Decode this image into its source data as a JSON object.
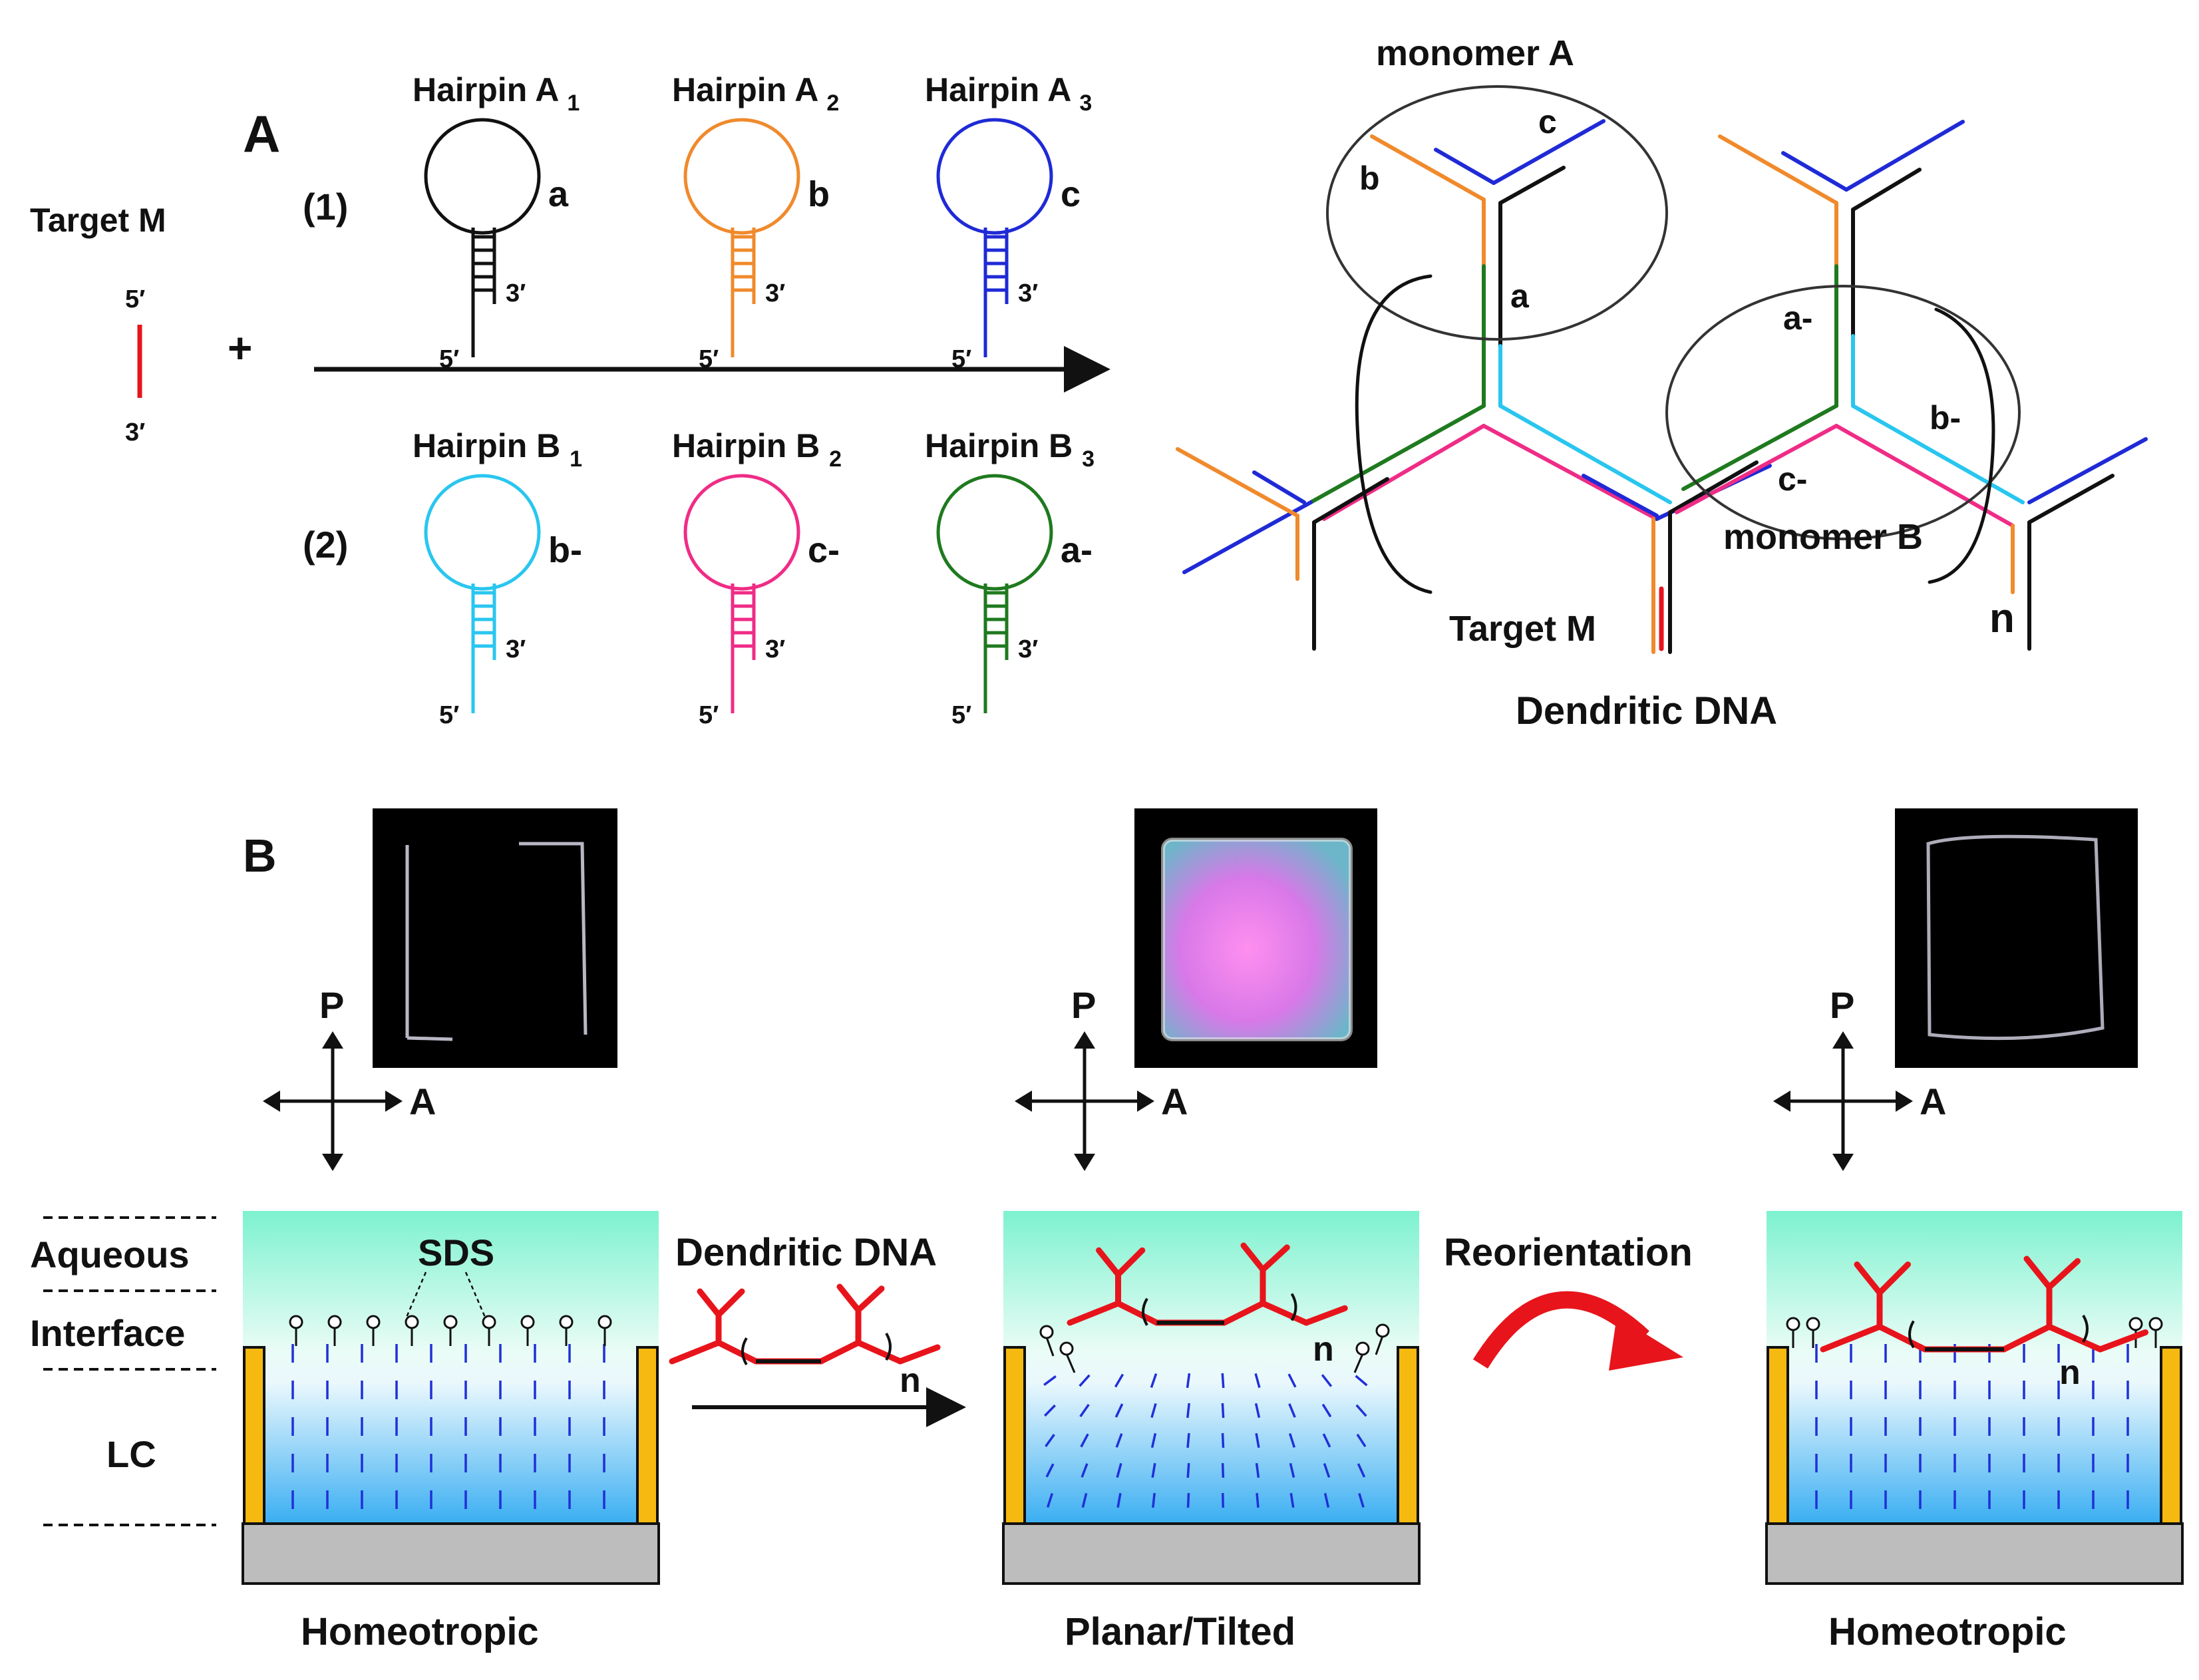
{
  "panel_a": {
    "label": "A",
    "target_m": "Target M",
    "plus": "+",
    "row1": "(1)",
    "row2": "(2)",
    "five_prime": "5′",
    "three_prime": "3′",
    "hairpins_a": [
      {
        "title": "Hairpin A",
        "sub": "1",
        "domain": "a",
        "color": "#111111"
      },
      {
        "title": "Hairpin A",
        "sub": "2",
        "domain": "b",
        "color": "#f08a2c"
      },
      {
        "title": "Hairpin A",
        "sub": "3",
        "domain": "c",
        "color": "#1f2ad6"
      }
    ],
    "hairpins_b": [
      {
        "title": "Hairpin B",
        "sub": "1",
        "domain": "b-",
        "color": "#29c6ef"
      },
      {
        "title": "Hairpin B",
        "sub": "2",
        "domain": "c-",
        "color": "#ef2c86"
      },
      {
        "title": "Hairpin B",
        "sub": "3",
        "domain": "a-",
        "color": "#1f7a1f"
      }
    ],
    "dendrimer": {
      "monomer_a": "monomer A",
      "monomer_b": "monomer B",
      "label_a": "a",
      "label_b": "b",
      "label_c": "c",
      "label_a_minus": "a-",
      "label_b_minus": "b-",
      "label_c_minus": "c-",
      "target": "Target M",
      "n": "n",
      "caption": "Dendritic DNA"
    }
  },
  "panel_b": {
    "label": "B",
    "polarizer": "P",
    "analyzer": "A",
    "layers": [
      "Aqueous",
      "Interface",
      "LC"
    ],
    "sds": "SDS",
    "arrow1": "Dendritic DNA",
    "arrow2": "Reorientation",
    "n": "n",
    "captions": [
      "Homeotropic",
      "Planar/Tilted",
      "Homeotropic"
    ]
  },
  "colors": {
    "red": "#e8141b",
    "gold": "#f5b90f",
    "aqueous_top": "#7df2cf",
    "lc_bottom": "#3aaef2",
    "substrate": "#bdbdbd",
    "director": "#2030d8"
  }
}
